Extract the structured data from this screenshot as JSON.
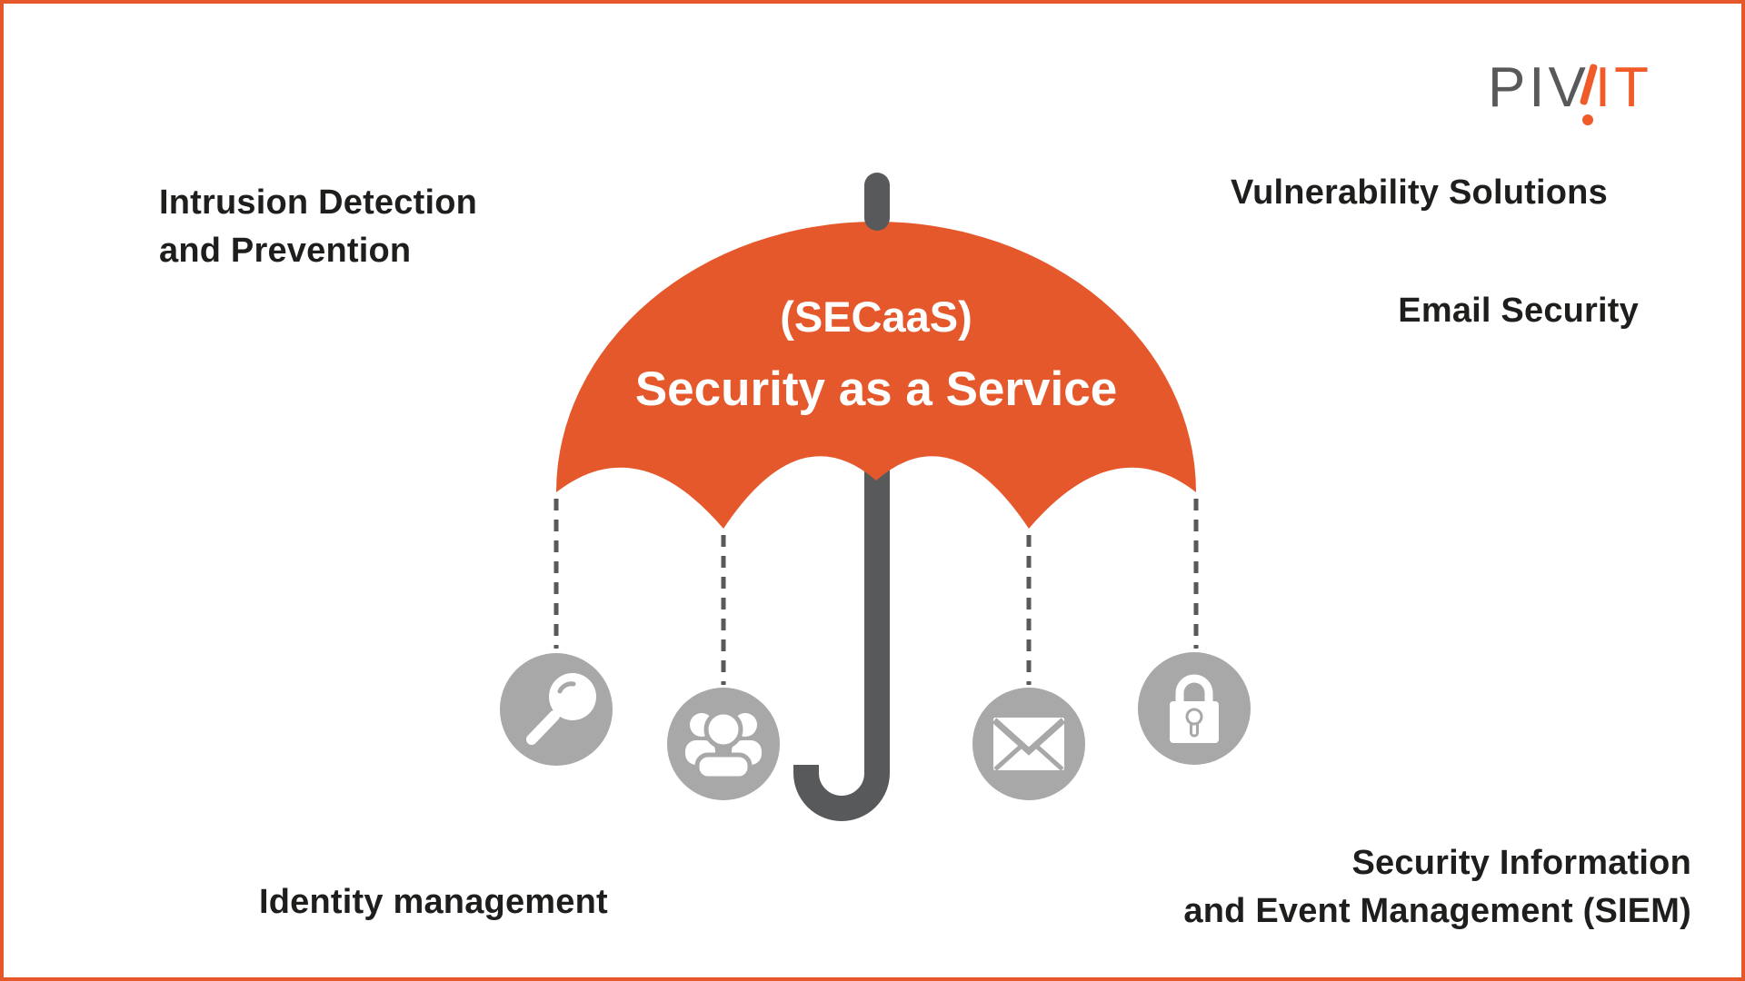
{
  "logo": {
    "gray_part": "PIV",
    "orange_part": "IT"
  },
  "umbrella": {
    "subtitle": "(SECaaS)",
    "title": "Security as a Service"
  },
  "labels": {
    "intrusion_line1": "Intrusion Detection",
    "intrusion_line2": "and Prevention",
    "vulnerability": "Vulnerability Solutions",
    "email": "Email Security",
    "identity": "Identity management",
    "siem_line1": "Security Information",
    "siem_line2": "and Event Management (SIEM)"
  },
  "icons": [
    {
      "name": "search-icon"
    },
    {
      "name": "people-icon"
    },
    {
      "name": "envelope-icon"
    },
    {
      "name": "lock-icon"
    }
  ],
  "colors": {
    "orange": "#E5582B",
    "logo_orange": "#F15A29",
    "pole_gray": "#58595B",
    "icon_gray": "#A9A8A8",
    "text_dark": "#1E1E1C",
    "background": "#FFFFFF"
  }
}
